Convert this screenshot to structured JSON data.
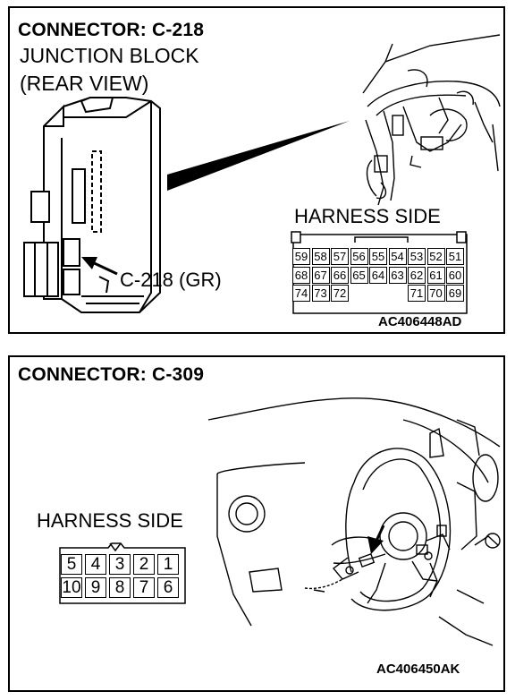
{
  "panel_top": {
    "title": "CONNECTOR: C-218",
    "subtitle_line1": "JUNCTION BLOCK",
    "subtitle_line2": "(REAR VIEW)",
    "callout": "C-218 (GR)",
    "harness_label": "HARNESS SIDE",
    "figure_code": "AC406448AD",
    "pins_row1": [
      "59",
      "58",
      "57",
      "56",
      "55",
      "54",
      "53",
      "52",
      "51"
    ],
    "pins_row2": [
      "68",
      "67",
      "66",
      "65",
      "64",
      "63",
      "62",
      "61",
      "60"
    ],
    "pins_row3": [
      "74",
      "73",
      "72",
      "",
      "",
      "",
      "71",
      "70",
      "69"
    ]
  },
  "panel_bottom": {
    "title": "CONNECTOR: C-309",
    "harness_label": "HARNESS SIDE",
    "figure_code": "AC406450AK",
    "pins_row1": [
      "5",
      "4",
      "3",
      "2",
      "1"
    ],
    "pins_row2": [
      "10",
      "9",
      "8",
      "7",
      "6"
    ]
  }
}
